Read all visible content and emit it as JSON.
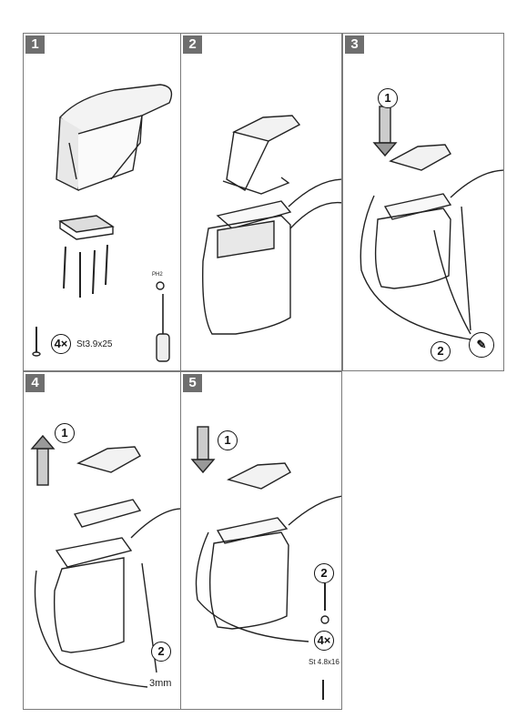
{
  "panels": [
    {
      "number": "1"
    },
    {
      "number": "2"
    },
    {
      "number": "3",
      "callouts": [
        "1",
        "2"
      ]
    },
    {
      "number": "4",
      "callouts": [
        "1",
        "2"
      ],
      "tool_label": "3mm"
    },
    {
      "number": "5",
      "callouts": [
        "1",
        "2"
      ],
      "screw_count": "4×",
      "screw_spec": "St 4.8x16"
    }
  ],
  "panel1": {
    "screw_count": "4×",
    "screw_spec": "St3.9x25",
    "driver_label": "PH2"
  }
}
